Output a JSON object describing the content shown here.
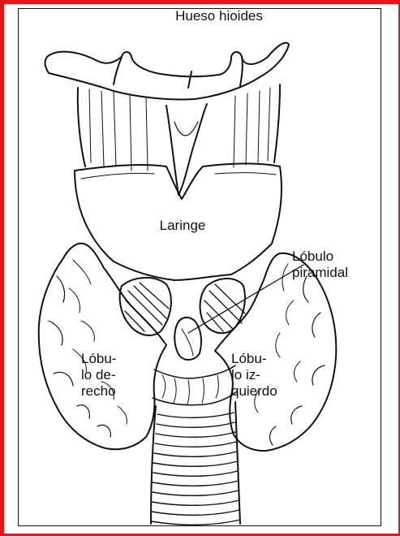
{
  "labels": {
    "hyoid": "Hueso hioides",
    "larynx": "Laringe",
    "pyramidal": "Lóbulo\npiramidal",
    "right_lobe": "Lóbu-\nlo de-\nrecho",
    "left_lobe": "Lóbu-\nlo iz-\nquierdo"
  },
  "colors": {
    "frame": "#e8141c",
    "ink": "#111111",
    "background": "#ffffff"
  }
}
